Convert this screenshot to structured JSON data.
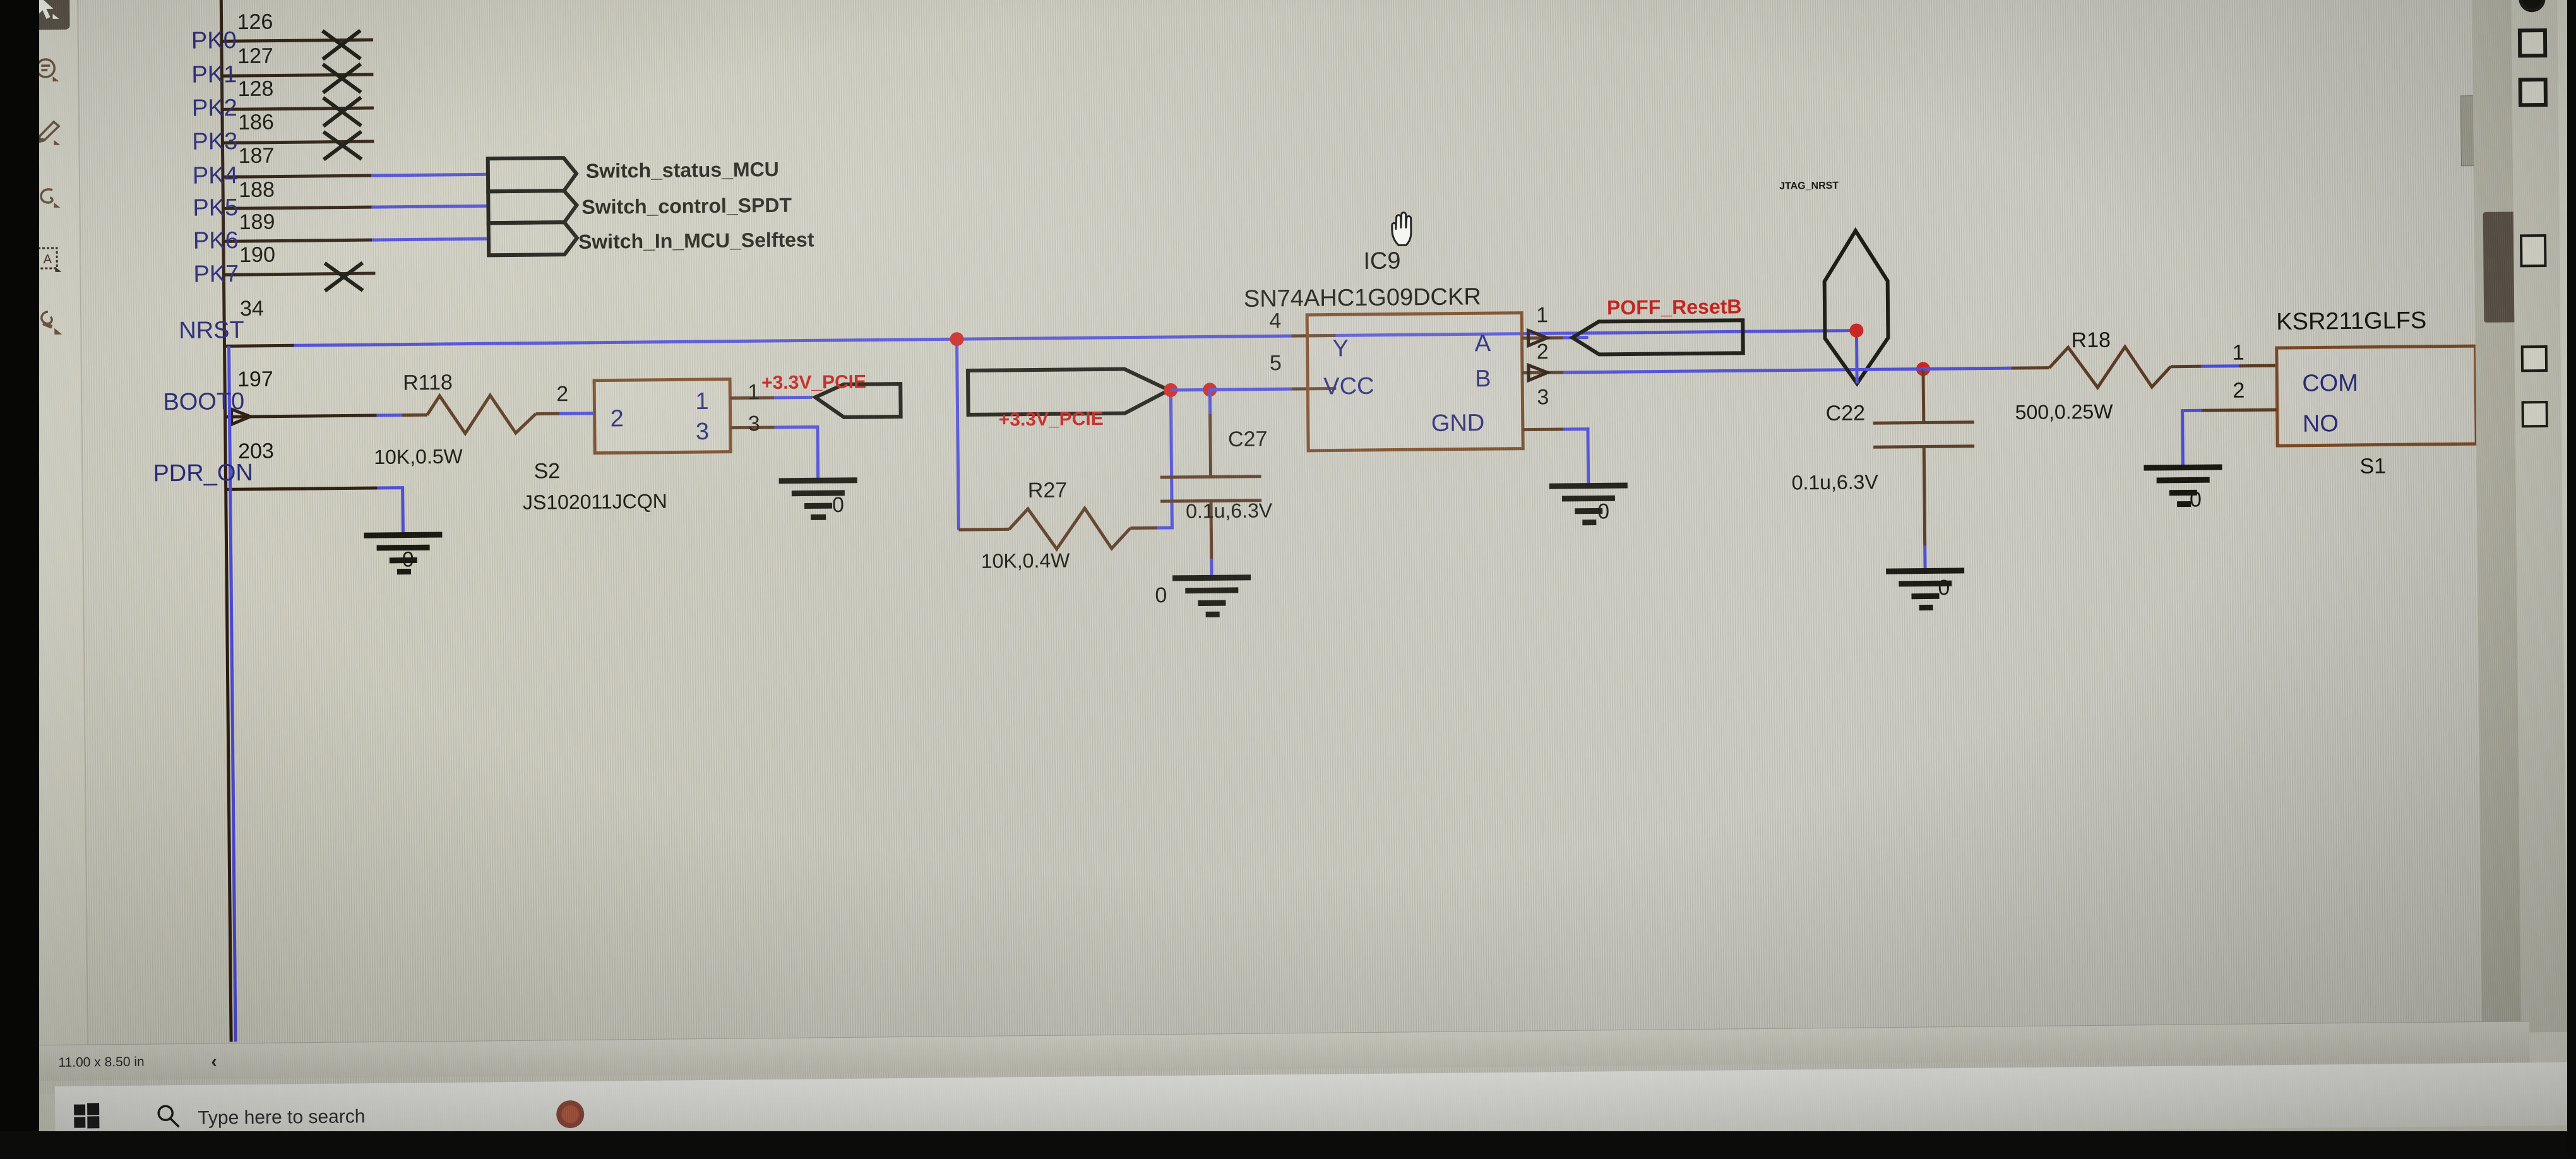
{
  "app": {
    "status_bar": {
      "sheet_size": "11.00 x 8.50 in",
      "collapse_chevron": "‹"
    },
    "taskbar": {
      "start_icon": "windows-logo",
      "search_placeholder": "Type here to search"
    }
  },
  "toolbar": {
    "items": [
      {
        "name": "select-arrow-tool",
        "glyph": "arrow",
        "active": true
      },
      {
        "name": "place-text-tool",
        "glyph": "text-bubble",
        "active": false
      },
      {
        "name": "place-wire-tool",
        "glyph": "pen",
        "active": false
      },
      {
        "name": "place-net-label-tool",
        "glyph": "lasso",
        "active": false
      },
      {
        "name": "annotate-tool",
        "glyph": "letter-a-box",
        "active": false
      },
      {
        "name": "place-component-tool",
        "glyph": "stamp",
        "active": false
      }
    ]
  },
  "schematic": {
    "mcu_port_pins": [
      {
        "label": "PK0",
        "pin": "126",
        "terminated": true
      },
      {
        "label": "PK1",
        "pin": "127",
        "terminated": true
      },
      {
        "label": "PK2",
        "pin": "128",
        "terminated": true
      },
      {
        "label": "PK3",
        "pin": "186",
        "terminated": true
      },
      {
        "label": "PK4",
        "pin": "187",
        "terminated": true
      },
      {
        "label": "PK5",
        "pin": "188",
        "terminated": false
      },
      {
        "label": "PK6",
        "pin": "189",
        "terminated": false
      },
      {
        "label": "PK7",
        "pin": "190",
        "terminated": false
      }
    ],
    "mcu_reset_pins": [
      {
        "label": "NRST",
        "pin": "34"
      },
      {
        "label": "BOOT0",
        "pin": "197"
      },
      {
        "label": "PDR_ON",
        "pin": "203"
      }
    ],
    "net_ports": [
      {
        "name": "Switch_status_MCU"
      },
      {
        "name": "Switch_control_SPDT"
      },
      {
        "name": "Switch_In_MCU_Selftest"
      }
    ],
    "power_nets": [
      {
        "name": "+3.3V_PCIE",
        "color": "#c01a14"
      },
      {
        "name": "+3.3V_PCIE",
        "color": "#c01a14"
      }
    ],
    "components": [
      {
        "ref": "R118",
        "value": "10K,0.5W",
        "type": "resistor"
      },
      {
        "ref": "S2",
        "value": "JS102011JCQN",
        "type": "switch",
        "pins": [
          "2",
          "1",
          "3"
        ]
      },
      {
        "ref": "R27",
        "value": "10K,0.4W",
        "type": "resistor"
      },
      {
        "ref": "C27",
        "value": "0.1u,6.3V",
        "type": "capacitor"
      },
      {
        "ref": "IC9",
        "value": "SN74AHC1G09DCKR",
        "type": "logic-gate",
        "pin_labels": [
          "Y",
          "VCC",
          "A",
          "B",
          "GND"
        ],
        "pin_numbers": [
          "4",
          "5",
          "1",
          "2",
          "3"
        ]
      },
      {
        "ref": "C22",
        "value": "0.1u,6.3V",
        "type": "capacitor"
      },
      {
        "ref": "R18",
        "value": "500,0.25W",
        "type": "resistor"
      },
      {
        "ref": "S1",
        "value": "KSR211GLFS",
        "type": "push-switch",
        "pin_labels": [
          "COM",
          "NO"
        ],
        "pin_numbers": [
          "1",
          "2"
        ]
      }
    ],
    "signal_labels": [
      {
        "text": "POFF_ResetB",
        "color": "#c01a14"
      },
      {
        "text": "JTAG_NRST",
        "color": "#17170f"
      }
    ],
    "ground_symbols": [
      {
        "label": "0"
      },
      {
        "label": "0"
      },
      {
        "label": "0"
      },
      {
        "label": "0"
      },
      {
        "label": "0"
      },
      {
        "label": "0"
      }
    ],
    "colors": {
      "wire": "#4c4bd6",
      "pin": "#5a3a22",
      "body_outline": "#7a4a26",
      "pin_label": "#2a2a7a",
      "designator": "#17170f",
      "power": "#c01a14",
      "junction": "#c8201c"
    }
  }
}
